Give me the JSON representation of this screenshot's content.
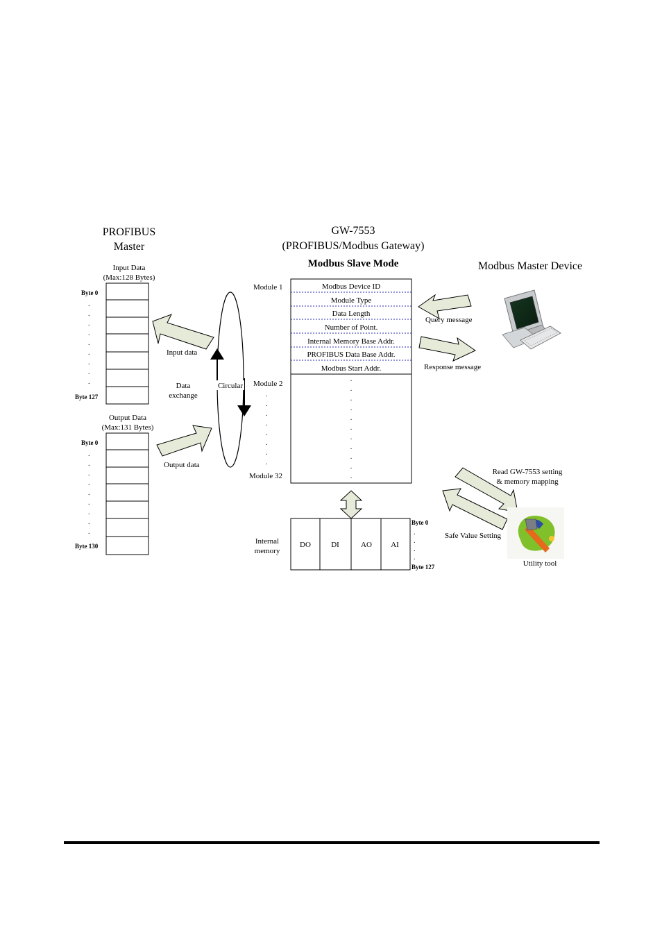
{
  "profibus": {
    "title_line1": "PROFIBUS",
    "title_line2": "Master",
    "input_title_line1": "Input Data",
    "input_title_line2": "(Max:128 Bytes)",
    "input_first": "Byte 0",
    "input_last": "Byte 127",
    "output_title_line1": "Output Data",
    "output_title_line2": "(Max:131 Bytes)",
    "output_first": "Byte 0",
    "output_last": "Byte 130"
  },
  "exchange": {
    "input_data": "Input data",
    "output_data": "Output data",
    "data_exchange_line1": "Data",
    "data_exchange_line2": "exchange",
    "circular": "Circular"
  },
  "gateway": {
    "title_line1": "GW-7553",
    "title_line2": "(PROFIBUS/Modbus Gateway)",
    "mode": "Modbus Slave Mode",
    "module1": "Module 1",
    "module2": "Module 2",
    "module32": "Module 32",
    "fields": [
      "Modbus Device ID",
      "Module Type",
      "Data Length",
      "Number of Point.",
      "Internal Memory Base Addr.",
      "PROFIBUS Data Base Addr.",
      "Modbus Start Addr."
    ]
  },
  "modbus_master": {
    "title": "Modbus Master Device",
    "query": "Query message",
    "response": "Response message"
  },
  "memory": {
    "label_line1": "Internal",
    "label_line2": "memory",
    "cells": [
      "DO",
      "DI",
      "AO",
      "AI"
    ],
    "first": "Byte 0",
    "last": "Byte 127"
  },
  "utility": {
    "read_line1": "Read GW-7553 setting",
    "read_line2": "& memory mapping",
    "safe_value": "Safe Value Setting",
    "label": "Utility tool"
  },
  "colors": {
    "arrow_fill": "#e6ebd9",
    "field_divider": "#2a2ab4"
  }
}
